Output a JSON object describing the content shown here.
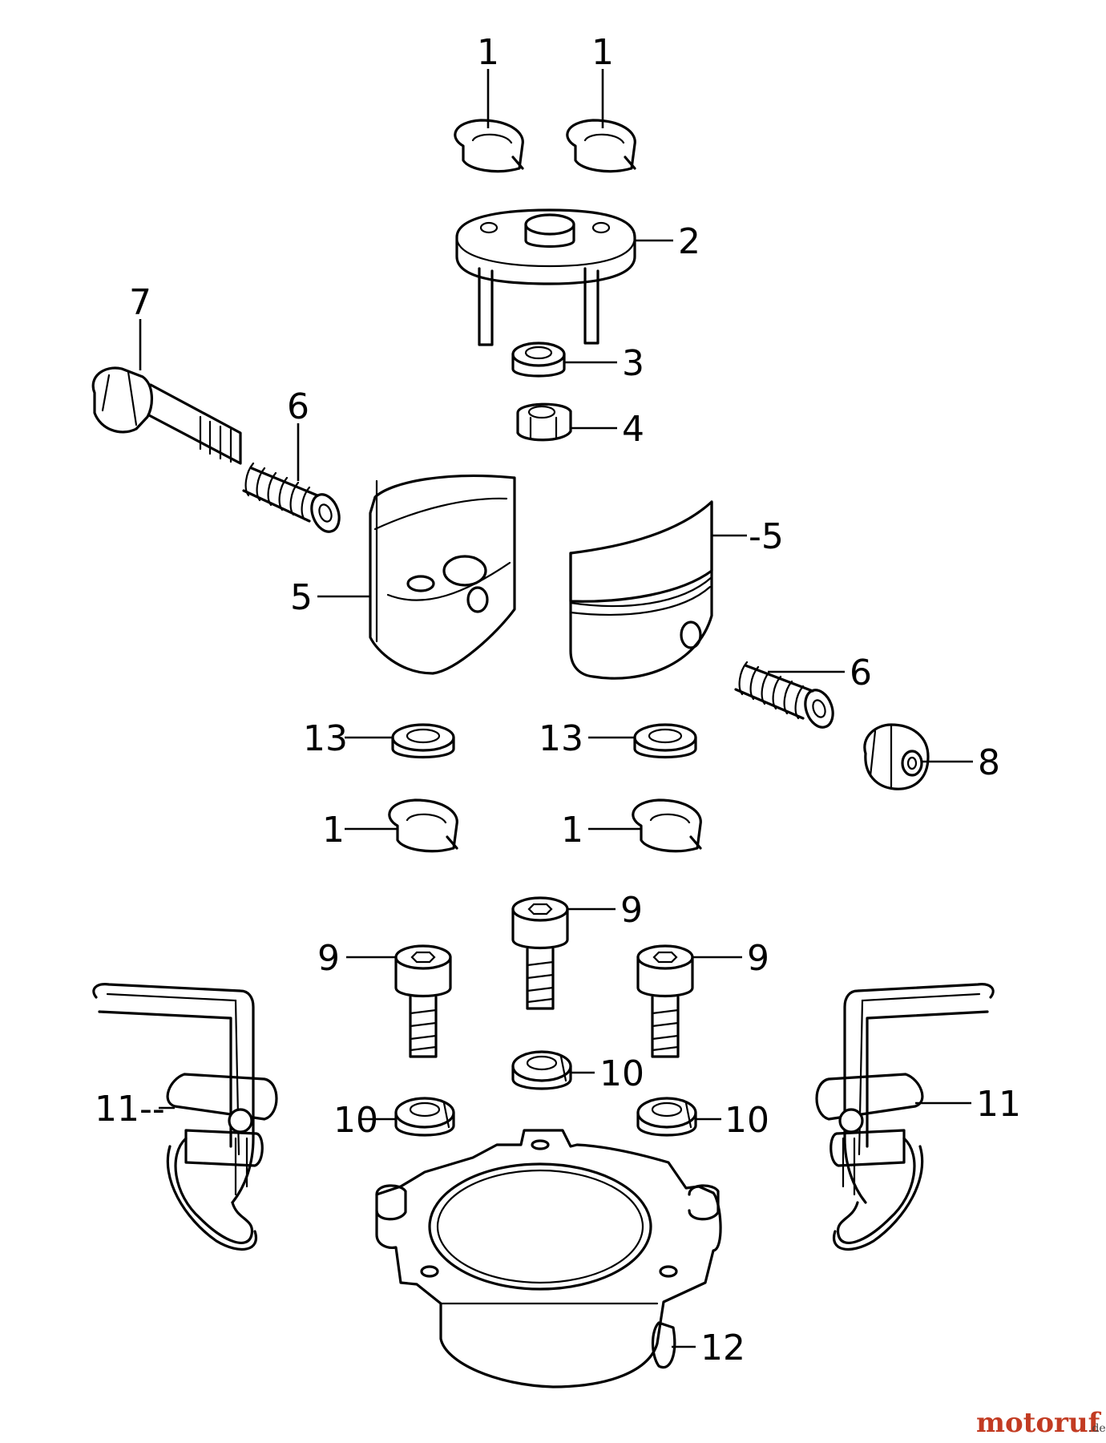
{
  "callouts": {
    "c1a": "1",
    "c1b": "1",
    "c1c": "1",
    "c1d": "1",
    "c2": "2",
    "c3": "3",
    "c4": "4",
    "c5a": "5",
    "c5b": "-5",
    "c6a": "6",
    "c6b": "6",
    "c7": "7",
    "c8": "8",
    "c9a": "9",
    "c9b": "9",
    "c9c": "9",
    "c10a": "10",
    "c10b": "10",
    "c10c": "10",
    "c11a": "11--",
    "c11b": "11",
    "c12": "12",
    "c13a": "13",
    "c13b": "13"
  },
  "watermark": {
    "brand": "motoruf",
    "tld": ".de"
  },
  "colors": {
    "line": "#000000",
    "background": "#ffffff",
    "brand_red": "#c23b22",
    "brand_blue": "#2a55b0"
  }
}
